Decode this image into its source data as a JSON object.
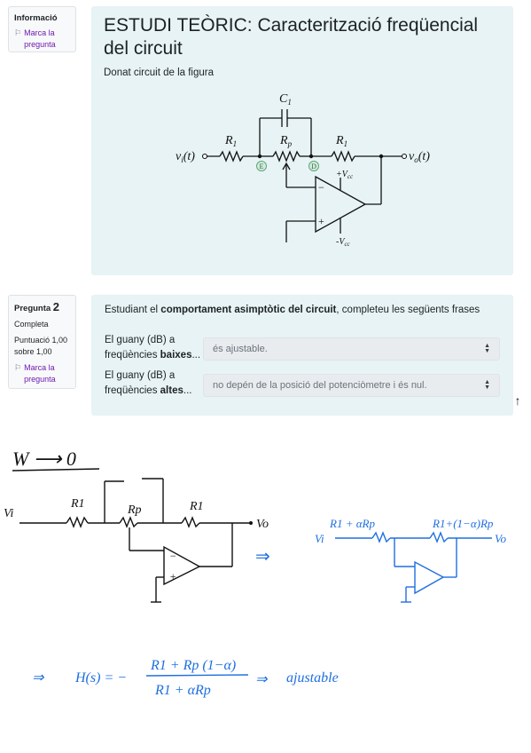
{
  "info_panel": {
    "title": "Informació",
    "flag_label": "Marca la pregunta"
  },
  "main": {
    "title": "ESTUDI TEÒRIC: Caracterització freqüencial del circuit",
    "prompt": "Donat circuit de la figura"
  },
  "circuit": {
    "c1": "C",
    "c1_sub": "1",
    "rp": "R",
    "rp_sub": "p",
    "r1_left": "R",
    "r1_left_sub": "1",
    "r1_right": "R",
    "r1_right_sub": "1",
    "vi": "v",
    "vi_sub": "i",
    "vi_t": "(t)",
    "vo": "v",
    "vo_sub": "o",
    "vo_t": "(t)",
    "node_e": "E",
    "node_d": "D",
    "vcc_pos": "+V",
    "vcc_pos_sub": "cc",
    "vcc_neg": "-V",
    "vcc_neg_sub": "cc",
    "minus": "−",
    "plus": "+"
  },
  "question2": {
    "label": "Pregunta",
    "number": "2",
    "status": "Completa",
    "score": "Puntuació 1,00 sobre 1,00",
    "flag_label": "Marca la pregunta",
    "text_before": "Estudiant el ",
    "text_bold": "comportament asimptòtic del circuit",
    "text_after": ", completeu les següents frases",
    "row1": {
      "label_a": "El guany (dB) a",
      "label_b": "freqüències ",
      "label_bold": "baixes",
      "label_end": "...",
      "selected": "és ajustable."
    },
    "row2": {
      "label_a": "El guany (dB) a",
      "label_b": "freqüències ",
      "label_bold": "altes",
      "label_end": "...",
      "selected": "no depén de la posició del potenciòmetre i és nul."
    }
  },
  "scroll_top_icon": "arrow-up-icon",
  "handwriting": {
    "heading": "W ⟶ 0",
    "left_vi": "Vi",
    "left_r1a": "R1",
    "left_rp": "Rp",
    "left_r1b": "R1",
    "left_vo": "Vo",
    "implies1": "⇒",
    "right_r_left": "R1 + αRp",
    "right_r_right": "R1+(1−α)Rp",
    "right_vi": "Vi",
    "right_vo": "Vo",
    "implies2": "⇒",
    "h_label": "H(s) = −",
    "numerator": "R1 + Rp (1−α)",
    "denominator": "R1 + αRp",
    "implies3": "⇒",
    "conclusion": "ajustable"
  },
  "colors": {
    "content_bg": "#e7f3f5",
    "link_purple": "#6f1ab1",
    "ink_blue": "#1f6fe0",
    "ink_black": "#111111",
    "node_green": "#5aa878"
  }
}
